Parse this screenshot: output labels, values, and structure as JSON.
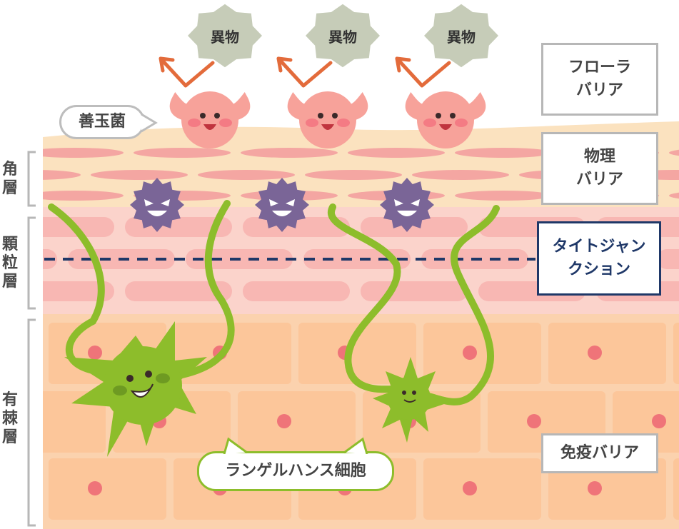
{
  "foreign": [
    "異物",
    "異物",
    "異物"
  ],
  "good_bacteria_label": "善玉菌",
  "langerhans_label": "ランゲルハンス細胞",
  "layers": {
    "stratum_corneum": [
      "角",
      "層"
    ],
    "stratum_granulosum": [
      "顆",
      "粒",
      "層"
    ],
    "stratum_spinosum": [
      "有",
      "棘",
      "層"
    ]
  },
  "barriers": {
    "flora": [
      "フローラ",
      "バリア"
    ],
    "physical": [
      "物理",
      "バリア"
    ],
    "tight_junction": [
      "タイトジャン",
      "クション"
    ],
    "immune": [
      "免疫バリア"
    ]
  },
  "colors": {
    "skin_top": "#fbe2bf",
    "corneum_cells": "#f4a6a2",
    "granulosum_bg": "#fbd3cb",
    "spinosum_bg": "#fbd2ae",
    "spinosum_cells": "#fcc69a",
    "nucleus": "#ef7479",
    "langerhans": "#8dbd2b",
    "bad_bacteria": "#7a6597",
    "good_bacteria": "#f7a29a",
    "foreign_hex": "#c6ccb8",
    "arrow": "#e36b3b",
    "tight_junction": "#1f3868"
  }
}
